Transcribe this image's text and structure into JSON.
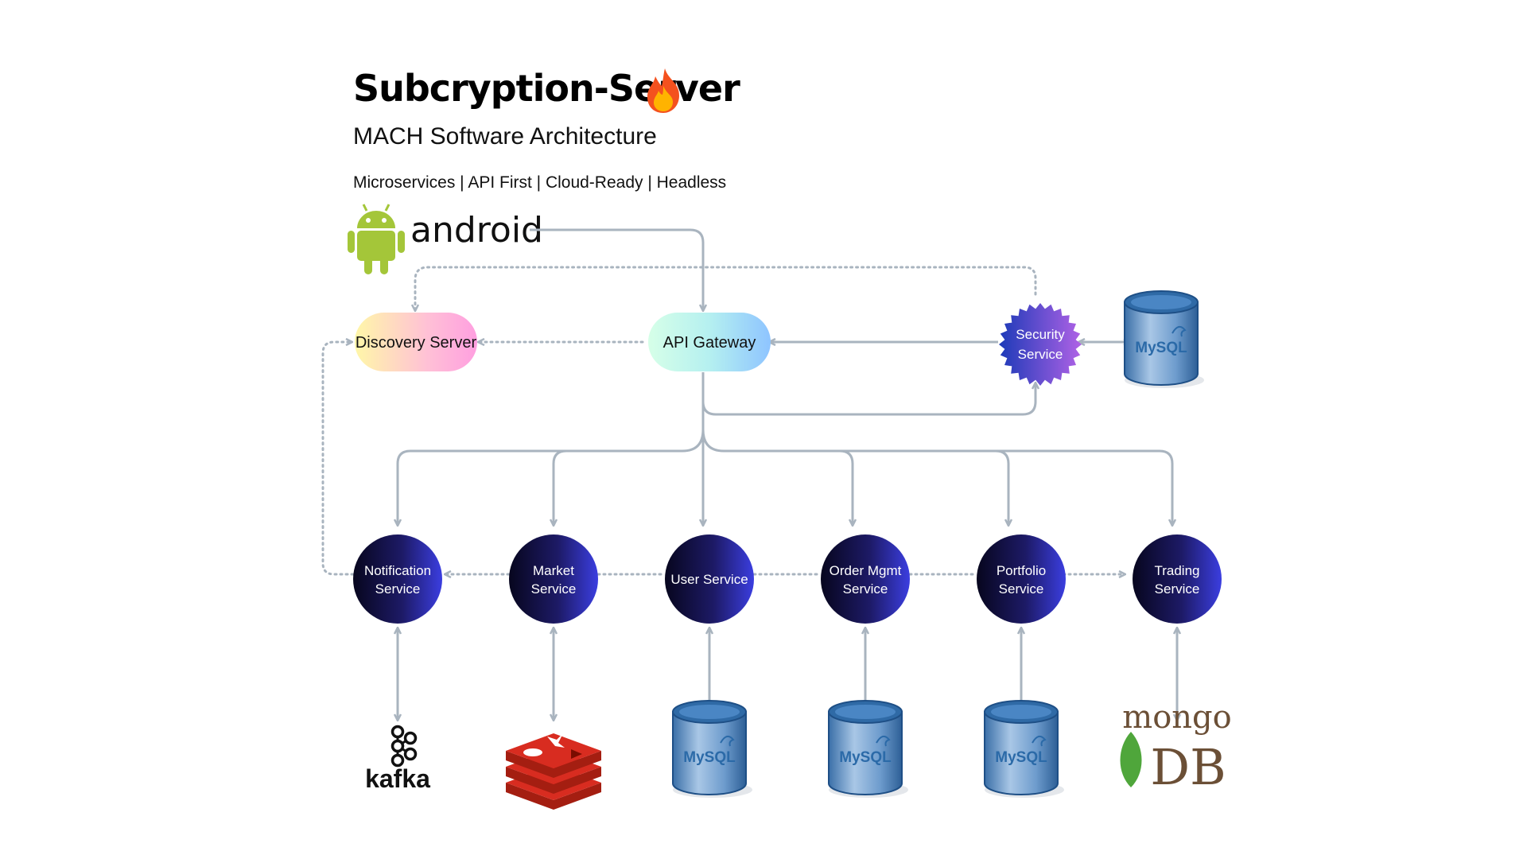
{
  "header": {
    "title": "Subcryption-Server",
    "subtitle": "MACH Software Architecture",
    "tagline": "Microservices | API First | Cloud-Ready | Headless"
  },
  "client": {
    "label": "android",
    "icon": "android-robot-icon",
    "color": "#a4c639"
  },
  "gateway": {
    "label": "API Gateway"
  },
  "discovery": {
    "label": "Discovery Server"
  },
  "security": {
    "line1": "Security",
    "line2": "Service"
  },
  "services": [
    {
      "line1": "Notification",
      "line2": "Service"
    },
    {
      "line1": "Market",
      "line2": "Service"
    },
    {
      "line1": "User Service",
      "line2": ""
    },
    {
      "line1": "Order Mgmt",
      "line2": "Service"
    },
    {
      "line1": "Portfolio",
      "line2": "Service"
    },
    {
      "line1": "Trading",
      "line2": "Service"
    }
  ],
  "datastores": [
    {
      "label": "kafka",
      "icon": "kafka-icon"
    },
    {
      "label": "",
      "icon": "redis-icon"
    },
    {
      "label": "MySQL",
      "icon": "mysql-db-icon"
    },
    {
      "label": "MySQL",
      "icon": "mysql-db-icon"
    },
    {
      "label": "MySQL",
      "icon": "mysql-db-icon"
    },
    {
      "label_top": "mongo",
      "label_bottom": "DB",
      "icon": "mongodb-leaf-icon"
    }
  ],
  "security_db": {
    "label": "MySQL",
    "icon": "mysql-db-icon"
  },
  "colors": {
    "connector": "#a9b4bf",
    "service_dark": "#0d0b2e",
    "service_light": "#3a3bd0",
    "mongo_brown": "#6b4f36",
    "mongo_green": "#4fa63b",
    "redis_red": "#c9302c",
    "mysql_blue": "#2b6aa8",
    "mysql_orange": "#e48e00"
  }
}
